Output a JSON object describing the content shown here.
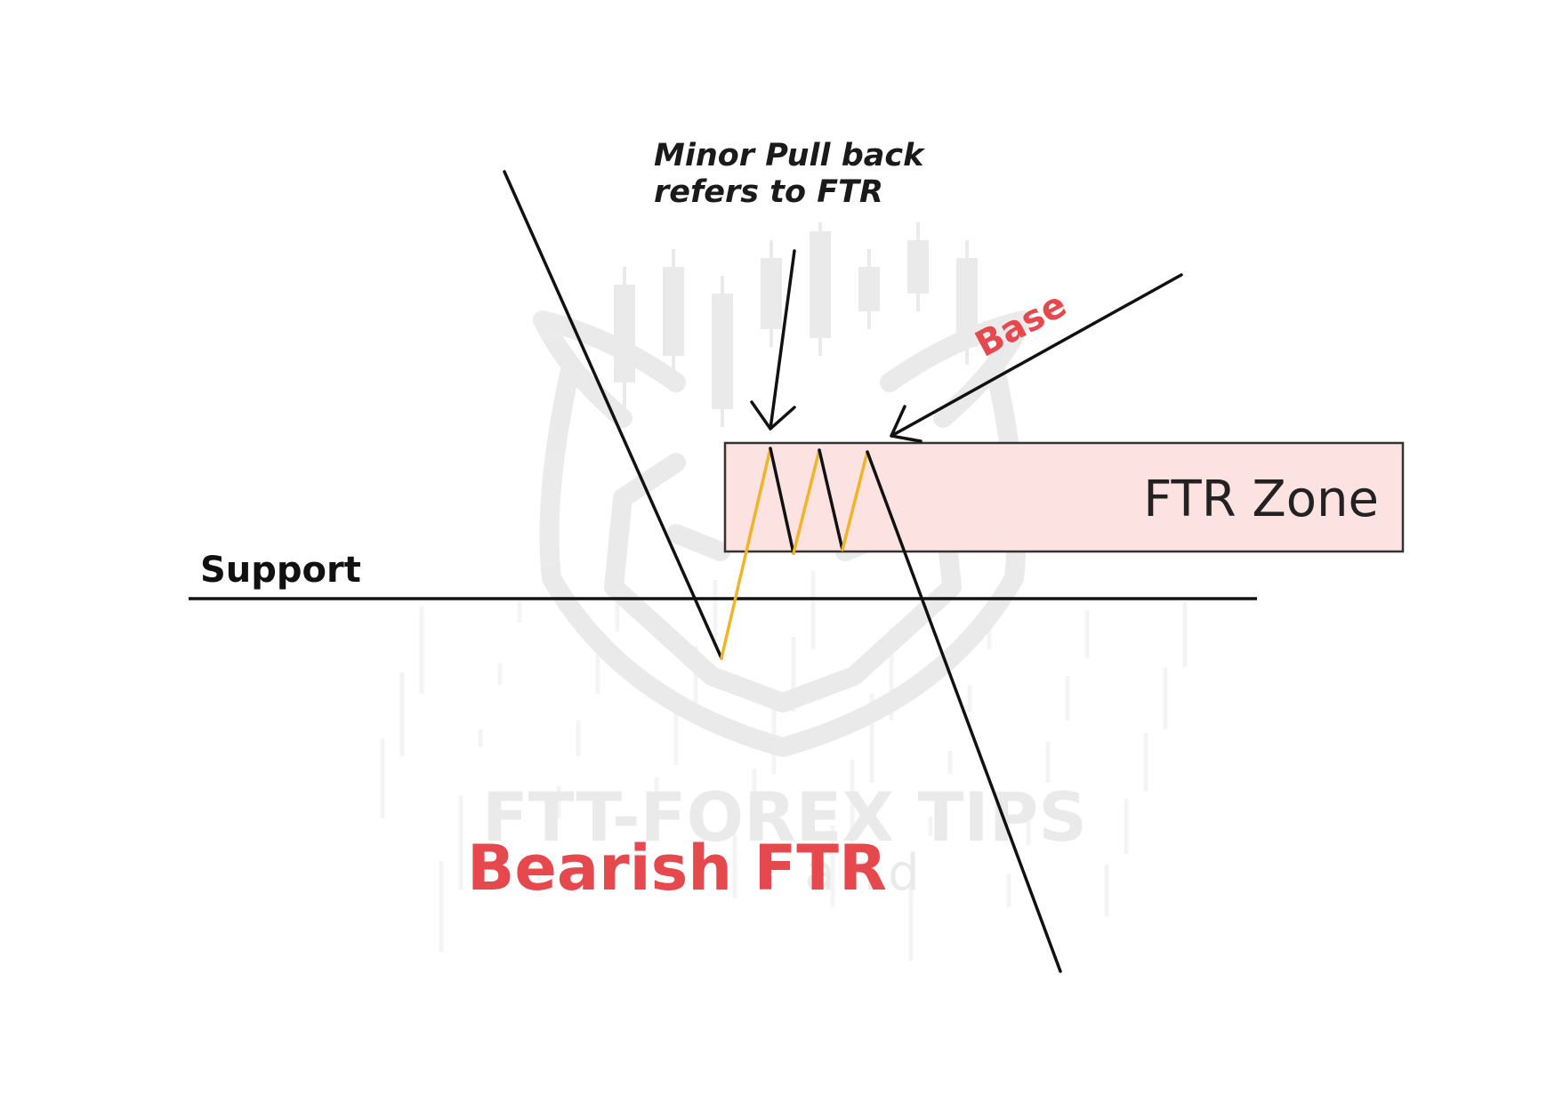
{
  "title": "Bearish FTR",
  "labels": {
    "pullback_line1": "Minor Pull back",
    "pullback_line2": "refers to FTR",
    "base": "Base",
    "zone": "FTR Zone",
    "support": "Support"
  },
  "watermark": {
    "brand": "FTT-FOREX TIPS",
    "sub": "and",
    "emblem": "bull-head-shield-icon"
  },
  "colors": {
    "price_line": "#111111",
    "rally_segment": "#f0b429",
    "zone_fill": "#fde2e2",
    "zone_border": "#333333",
    "accent_red": "#e5484d",
    "watermark": "#e7e7e7"
  }
}
